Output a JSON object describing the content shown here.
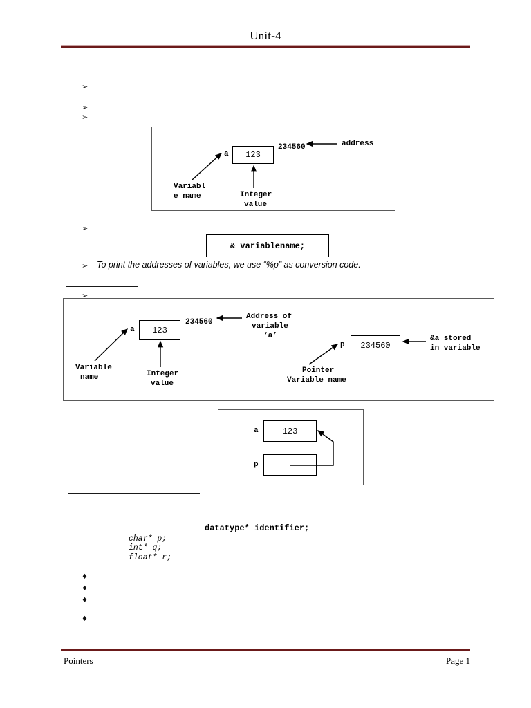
{
  "document": {
    "header_title": "Unit-4",
    "footer_left": "Pointers",
    "footer_right": "Page 1",
    "accent_color": "#6b1a1a",
    "accent_light_color": "#c9a2a2"
  },
  "bullets": {
    "arrow_glyph": "➢",
    "diamond_glyph": "♦",
    "top_list": [
      "",
      "",
      ""
    ],
    "address_bullet": "",
    "conversion_text": "To print the addresses of variables, we use “%p” as conversion code.",
    "section_bullet": "",
    "declare_bullet": "",
    "syntax_bullet": "",
    "bottom_list": [
      "",
      "",
      "",
      ""
    ]
  },
  "figure1": {
    "name": "variable-address-figure",
    "variable_label": "a",
    "value": "123",
    "address": "234560",
    "address_caption": "address",
    "variable_name_caption_line1": "Variabl",
    "variable_name_caption_line2": "e name",
    "integer_value_caption_line1": "Integer",
    "integer_value_caption_line2": "value"
  },
  "address_operator_box": {
    "text": "& variablename;"
  },
  "figure2": {
    "name": "pointer-variable-figure",
    "variable_label": "a",
    "value": "123",
    "address": "234560",
    "address_caption_line1": "Address of",
    "address_caption_line2": "variable",
    "address_caption_line3": "‘a’",
    "variable_name_caption_line1": "Variable",
    "variable_name_caption_line2": "name",
    "integer_value_caption_line1": "Integer",
    "integer_value_caption_line2": "value",
    "pointer_label": "p",
    "pointer_value": "234560",
    "pointer_caption_line1": "Pointer",
    "pointer_caption_line2": "Variable name",
    "stored_caption_line1": "&a stored",
    "stored_caption_line2": "in variable"
  },
  "figure3": {
    "name": "pointer-points-to-variable-figure",
    "variable_label": "a",
    "value": "123",
    "pointer_label": "p",
    "pointer_value": ""
  },
  "declaration": {
    "syntax": "datatype* identifier;",
    "examples": [
      "char* p;",
      "int* q;",
      "float* r;"
    ]
  }
}
